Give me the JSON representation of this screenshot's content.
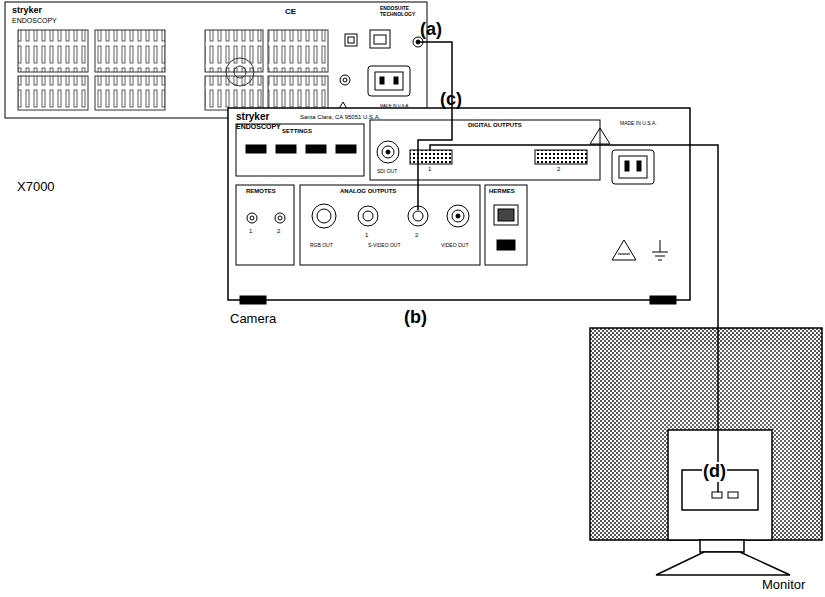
{
  "diagram": {
    "nodes": [
      {
        "text": [
          "X7000"
        ]
      },
      {
        "text": [
          "Camera"
        ]
      },
      {
        "text": [
          "Monitor"
        ]
      }
    ],
    "edges": [
      {
        "from": 0,
        "to": 1,
        "arrow": "none"
      },
      {
        "from": 1,
        "to": 2,
        "arrow": "none"
      }
    ],
    "labels": [
      "(a)",
      "(b)",
      "(c)",
      "(d)",
      "stryker",
      "ENDOSCOPY",
      "CE",
      "ENDOSUITE TECHNOLOGY",
      "MADE IN U.S.A.",
      "stryker",
      "ENDOSCOPY",
      "Santa Clara, CA 95051 U.S.A.",
      "SETTINGS",
      "DIGITAL OUTPUTS",
      "1",
      "2",
      "MADE IN U.S.A.",
      "REMOTES",
      "1",
      "2",
      "ANALOG OUTPUTS",
      "1",
      "2",
      "HERMES",
      "RGB OUT",
      "S-VIDEO OUT",
      "VIDEO OUT",
      "SDI OUT"
    ]
  }
}
